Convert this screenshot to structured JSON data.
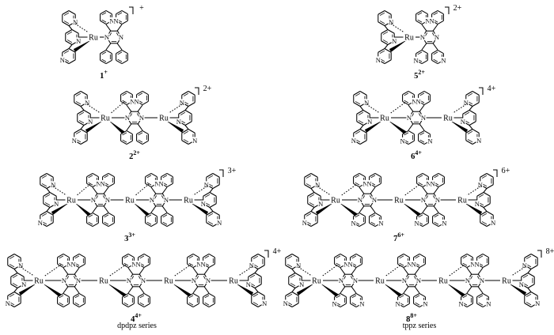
{
  "atoms": {
    "ruthenium": "Ru",
    "nitrogen": "N"
  },
  "series_labels": {
    "left": "dpdpz series",
    "right": "tppz series"
  },
  "complexes": [
    {
      "id": "c1",
      "series": "dpdpz",
      "compound_number": "1",
      "charge": "+",
      "metals": 1
    },
    {
      "id": "c2",
      "series": "dpdpz",
      "compound_number": "2",
      "charge": "2+",
      "metals": 2
    },
    {
      "id": "c3",
      "series": "dpdpz",
      "compound_number": "3",
      "charge": "3+",
      "metals": 3
    },
    {
      "id": "c4",
      "series": "dpdpz",
      "compound_number": "4",
      "charge": "4+",
      "metals": 4
    },
    {
      "id": "c5",
      "series": "tppz",
      "compound_number": "5",
      "charge": "2+",
      "metals": 1
    },
    {
      "id": "c6",
      "series": "tppz",
      "compound_number": "6",
      "charge": "4+",
      "metals": 2
    },
    {
      "id": "c7",
      "series": "tppz",
      "compound_number": "7",
      "charge": "6+",
      "metals": 3
    },
    {
      "id": "c8",
      "series": "tppz",
      "compound_number": "8",
      "charge": "8+",
      "metals": 4
    }
  ]
}
